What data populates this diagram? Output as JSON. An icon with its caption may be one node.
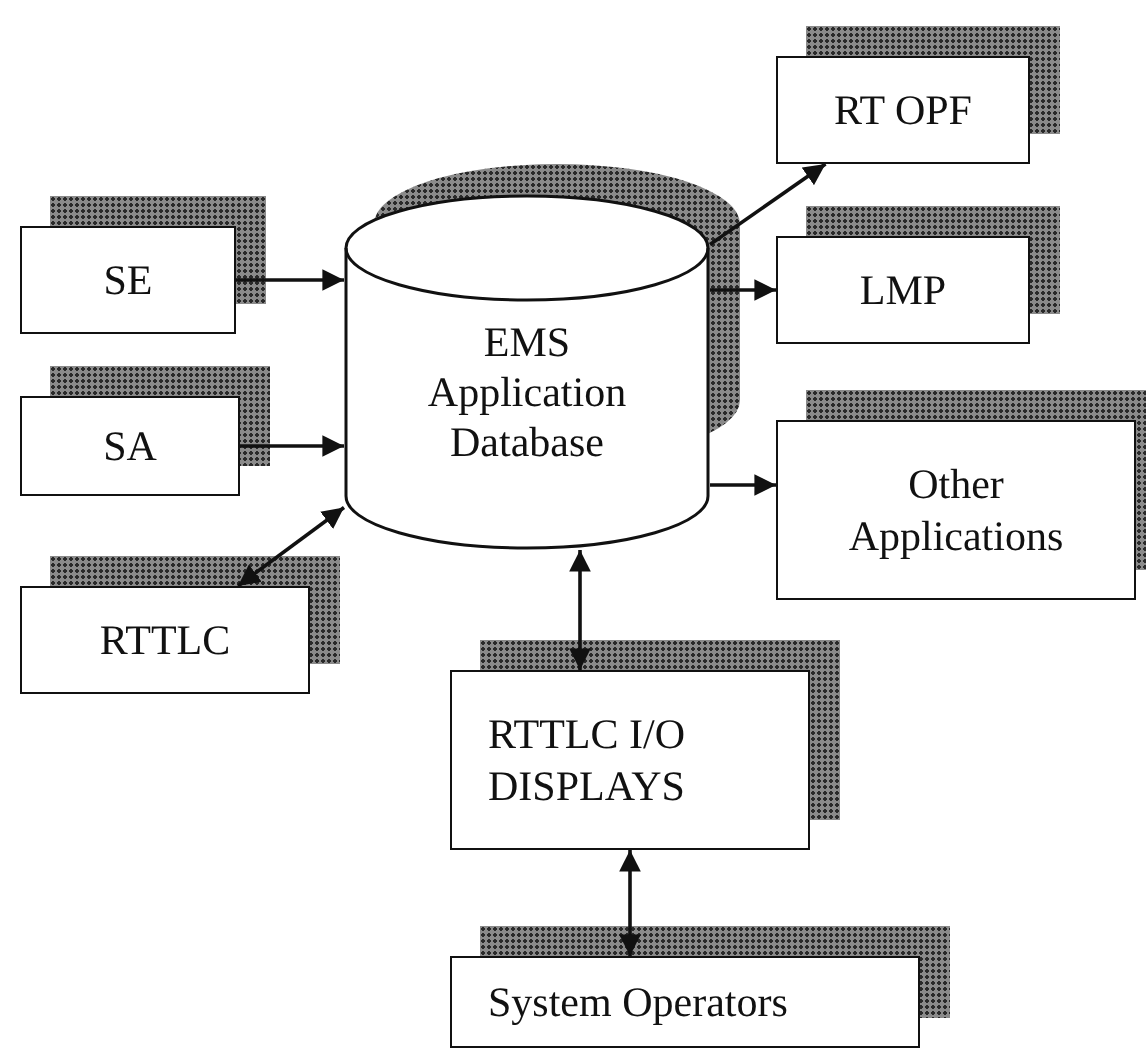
{
  "diagram": {
    "nodes": [
      {
        "text": [
          "SE"
        ]
      },
      {
        "text": [
          "SA"
        ]
      },
      {
        "text": [
          "RTTLC"
        ]
      },
      {
        "text": [
          "EMS Application Database"
        ]
      },
      {
        "text": [
          "RT OPF"
        ]
      },
      {
        "text": [
          "LMP"
        ]
      },
      {
        "text": [
          "Other Applications"
        ]
      },
      {
        "text": [
          "RTTLC I/O DISPLAYS"
        ]
      },
      {
        "text": [
          "System Operators"
        ]
      }
    ],
    "edges": [
      {
        "from": 0,
        "to": 3,
        "arrow": "to"
      },
      {
        "from": 1,
        "to": 3,
        "arrow": "to"
      },
      {
        "from": 2,
        "to": 3,
        "arrow": "both"
      },
      {
        "from": 3,
        "to": 4,
        "arrow": "to"
      },
      {
        "from": 3,
        "to": 5,
        "arrow": "to"
      },
      {
        "from": 3,
        "to": 6,
        "arrow": "to"
      },
      {
        "from": 3,
        "to": 7,
        "arrow": "both"
      },
      {
        "from": 7,
        "to": 8,
        "arrow": "both"
      }
    ]
  }
}
